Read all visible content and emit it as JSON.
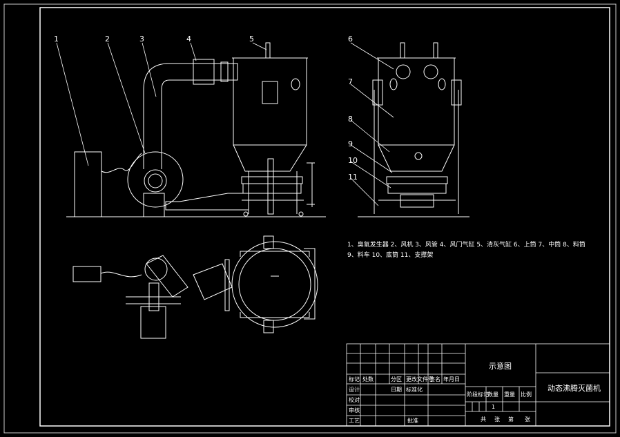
{
  "callouts": [
    "1",
    "2",
    "3",
    "4",
    "5",
    "6",
    "7",
    "8",
    "9",
    "10",
    "11"
  ],
  "legend": {
    "line1": "1、臭氧发生器 2、风机 3、风管 4、风门气缸 5、清灰气缸 6、上筒 7、中筒 8、料筒",
    "line2": "9、料车 10、底筒 11、支撑架"
  },
  "title_block": {
    "caption": "示意图",
    "product": "动态沸腾灭菌机",
    "header_cells": [
      "标记",
      "处数",
      "分区",
      "更改文件号",
      "签名",
      "年月日"
    ],
    "row_design": "设计",
    "col_date": "日期",
    "col_std": "标准化",
    "row_check": "校对",
    "row_review": "审核",
    "row_process": "工艺",
    "approve": "批准",
    "stage_label": "阶段标记",
    "weight_label": "重量",
    "scale_label": "比例",
    "qty_label": "数量",
    "qty_value": "1",
    "sheet_total": "共",
    "sheet_unit": "张",
    "sheet_no": "第",
    "sheet_unit2": "张"
  }
}
